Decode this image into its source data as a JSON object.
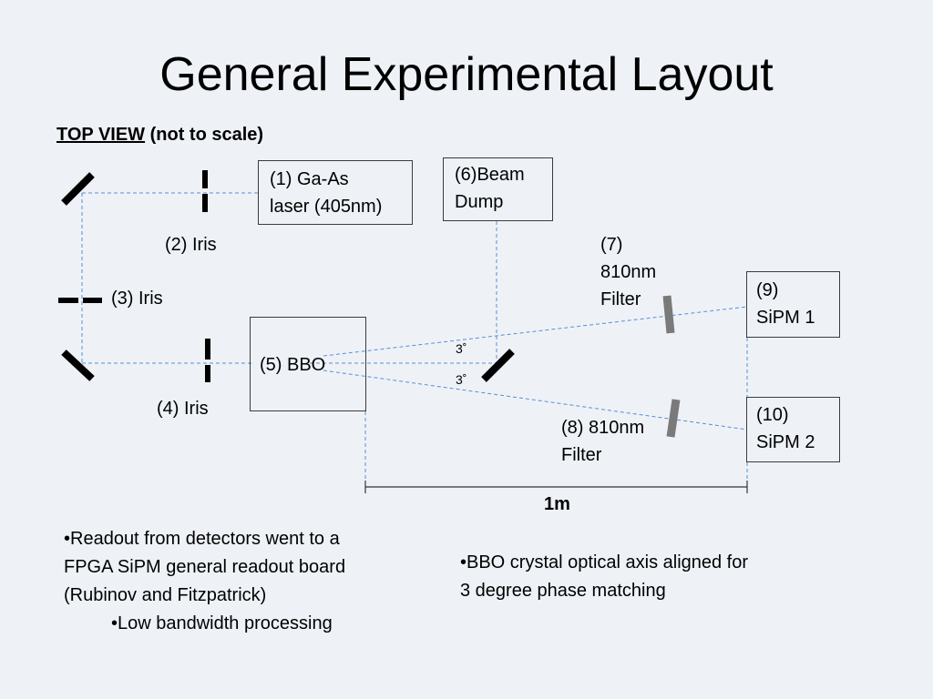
{
  "title": "General Experimental Layout",
  "view_label": {
    "underlined": "TOP VIEW",
    "rest": " (not to scale)"
  },
  "components": {
    "laser": {
      "line1": "(1) Ga-As",
      "line2": "laser (405nm)"
    },
    "iris2": "(2) Iris",
    "iris3": "(3) Iris",
    "iris4": "(4) Iris",
    "bbo": "(5) BBO",
    "beam_dump": {
      "line1": "(6)Beam",
      "line2": "Dump"
    },
    "filter7": {
      "line1": "(7)",
      "line2": "810nm",
      "line3": "Filter"
    },
    "filter8": {
      "line1": "(8) 810nm",
      "line2": "Filter"
    },
    "sipm1": {
      "line1": "(9)",
      "line2": "SiPM 1"
    },
    "sipm2": {
      "line1": "(10)",
      "line2": "SiPM 2"
    }
  },
  "angles": {
    "upper": "3˚",
    "lower": "3˚"
  },
  "scale_label": "1m",
  "notes_left": [
    "•Readout from detectors went to a",
    "FPGA SiPM general readout board",
    "(Rubinov and Fitzpatrick)",
    "•Low bandwidth processing"
  ],
  "notes_right": [
    "•BBO crystal optical axis aligned for",
    "3 degree phase matching"
  ],
  "colors": {
    "beam": "#5b8ed0",
    "optic": "#000000",
    "filter": "#7a7a7a",
    "box_border": "#3b3b3b"
  }
}
